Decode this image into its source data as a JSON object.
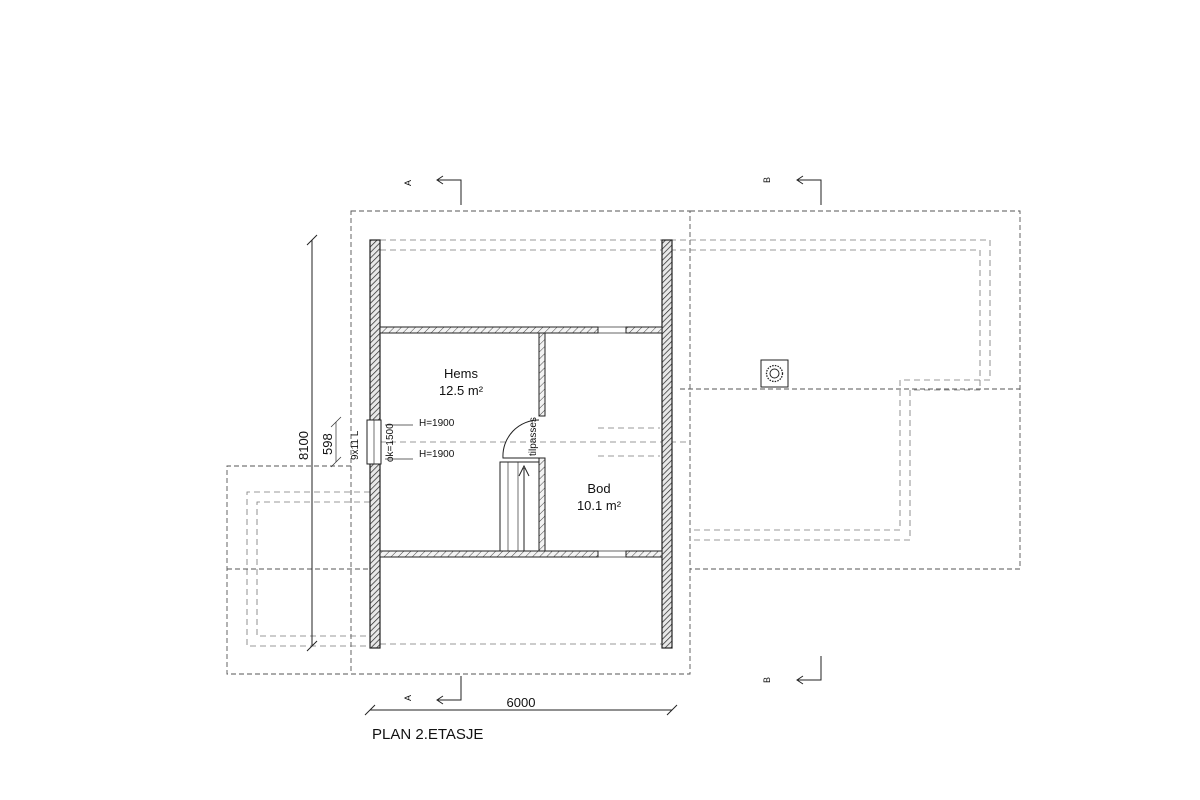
{
  "plan": {
    "title": "PLAN 2.ETASJE",
    "rooms": [
      {
        "name": "Hems",
        "area": "12.5 m²"
      },
      {
        "name": "Bod",
        "area": "10.1 m²"
      }
    ],
    "dimensions": {
      "width": "6000",
      "height": "8100",
      "window_dim": "598"
    },
    "annotations": {
      "window_label": "9x11 L",
      "ok_label": "ok=1500",
      "h_label_1": "H=1900",
      "h_label_2": "H=1900",
      "stair_label": "tilpasses"
    },
    "sections": {
      "a_top": "A",
      "a_bottom": "A",
      "b_top": "B",
      "b_bottom": "B"
    }
  }
}
